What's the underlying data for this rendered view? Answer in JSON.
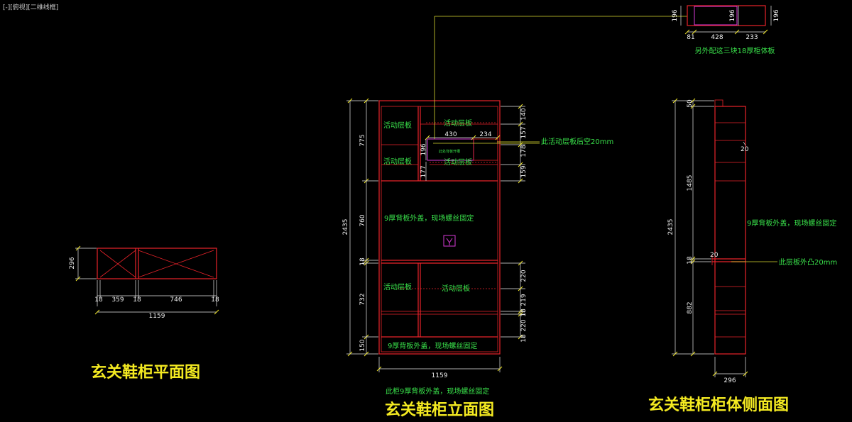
{
  "viewport": {
    "label": "[-][俯视][二维线框]"
  },
  "plan_view": {
    "title": "玄关鞋柜平面图",
    "dims": {
      "depth": "296",
      "side_left": "18",
      "left_bay": "359",
      "middle": "18",
      "right_bay": "746",
      "side_right": "18",
      "total": "1159"
    }
  },
  "elevation_view": {
    "title": "玄关鞋柜立面图",
    "dims": {
      "total_height": "2435",
      "upper": "775",
      "middle": "760",
      "mid_board": "18",
      "lower": "732",
      "base": "150",
      "width": "1159",
      "w430": "430",
      "w234": "234",
      "h196": "196",
      "h177": "177",
      "r140": "140",
      "r157": "157",
      "r178": "178",
      "r159": "159",
      "r220a": "220",
      "r219": "219",
      "r18": "18",
      "r220b": "220",
      "r18b": "18"
    },
    "labels": {
      "shelf_tl": "活动层板",
      "shelf_tr": "活动层板",
      "shelf_ml": "活动层板",
      "shelf_mr": "活动层板",
      "shelf_ll": "活动层板",
      "shelf_lr": "活动层板",
      "small_note": "此处背板开槽",
      "back_mid": "9厚背板外盖，现场螺丝固定",
      "back_base": "9厚背板外盖，现场螺丝固定",
      "bottom_note": "此柜9厚背板外盖，现场螺丝固定",
      "right_note": "此活动层板后空20mm"
    }
  },
  "side_view": {
    "title": "玄关鞋柜柜体侧面图",
    "dims": {
      "total_height": "2435",
      "top": "50",
      "upper": "1485",
      "mid": "18",
      "lower": "882",
      "depth": "296",
      "gap_upper": "20",
      "gap_mid": "20"
    },
    "labels": {
      "back_note": "9厚背板外盖，现场螺丝固定",
      "shelf_note": "此层板外凸20mm"
    }
  },
  "extra_panel": {
    "dims": {
      "left_h": "196",
      "mid_h": "196",
      "right_h": "196",
      "w81": "81",
      "w428": "428",
      "w233": "233"
    },
    "label": "另外配这三块18厚柜体板"
  }
}
